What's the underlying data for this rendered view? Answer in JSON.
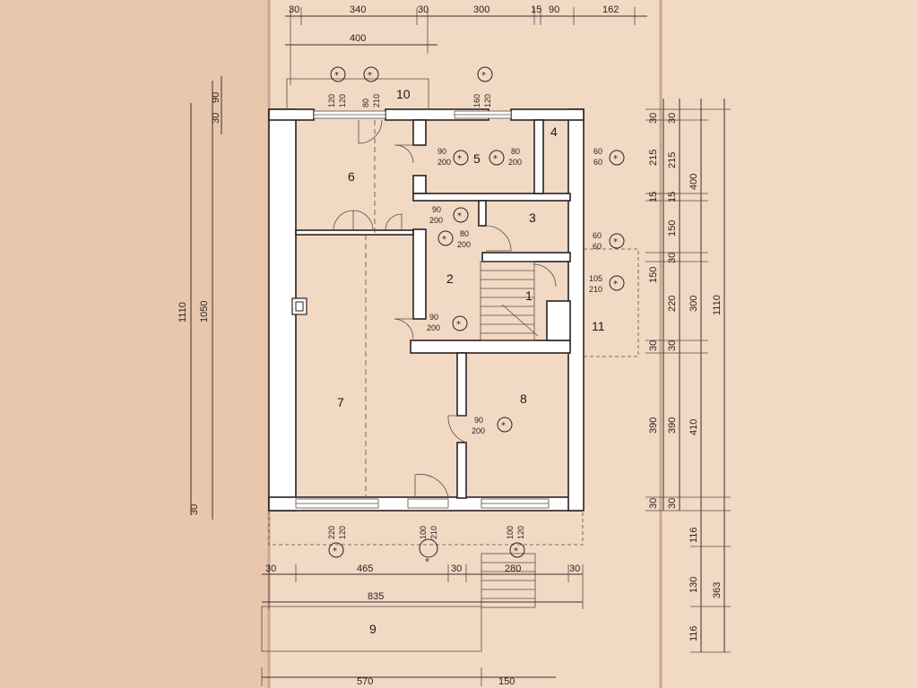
{
  "rooms": [
    "1",
    "2",
    "3",
    "4",
    "5",
    "6",
    "7",
    "8",
    "9",
    "10",
    "11"
  ],
  "dims_top": [
    "30",
    "340",
    "30",
    "300",
    "15",
    "90",
    "162",
    "400"
  ],
  "dims_bottom": [
    "30",
    "465",
    "30",
    "280",
    "30",
    "835",
    "570",
    "150"
  ],
  "dims_left": [
    "1110",
    "1050",
    "90",
    "30",
    "30"
  ],
  "dims_right_inner": [
    "30",
    "215",
    "15",
    "150",
    "30",
    "220",
    "30",
    "390",
    "30"
  ],
  "dims_right_mid": [
    "30",
    "215",
    "15",
    "400",
    "150",
    "30",
    "220",
    "300",
    "30",
    "410",
    "390",
    "30"
  ],
  "dims_right_outer": [
    "1110",
    "116",
    "130",
    "116",
    "363"
  ],
  "openings": {
    "top_left": [
      "120",
      "120"
    ],
    "top_mid": [
      "80",
      "210"
    ],
    "top_right": [
      "160",
      "120"
    ],
    "d5": [
      "80",
      "200"
    ],
    "d4": [
      "60",
      "60"
    ],
    "d6": [
      "90",
      "200"
    ],
    "d2a": [
      "80",
      "200"
    ],
    "d3": [
      "60",
      "60"
    ],
    "d1": [
      "105",
      "210"
    ],
    "d2b": [
      "90",
      "200"
    ],
    "d8": [
      "90",
      "200"
    ],
    "bot_left": [
      "220",
      "120"
    ],
    "bot_mid": [
      "100",
      "210"
    ],
    "bot_right": [
      "100",
      "120"
    ]
  },
  "marker_symbol": "*"
}
